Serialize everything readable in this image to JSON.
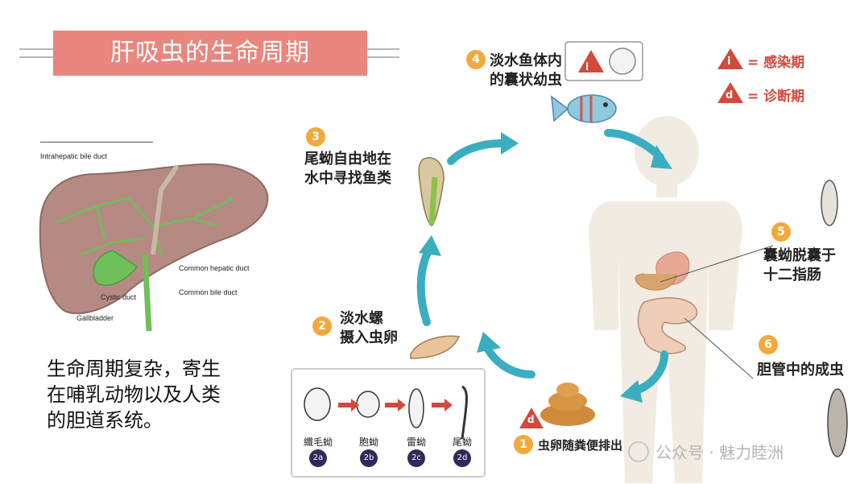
{
  "title": "肝吸虫的生命周期",
  "description": [
    "生命周期复杂，寄生",
    "在哺乳动物以及人类",
    "的胆道系统。"
  ],
  "liver_labels": {
    "intrahepatic": "Intrahepatic bile duct",
    "common_hepatic": "Common hepatic duct",
    "common_bile": "Common bile duct",
    "cystic": "Cystic duct",
    "gallbladder": "Gallbladder"
  },
  "legend": {
    "infection_symbol": "i",
    "infection_label": "= 感染期",
    "diagnosis_symbol": "d",
    "diagnosis_label": "= 诊断期"
  },
  "stages": {
    "s1": {
      "num": "1",
      "lines": [
        "虫卵随粪便排出"
      ]
    },
    "s2": {
      "num": "2",
      "lines": [
        "淡水螺",
        "摄入虫卵"
      ]
    },
    "s3": {
      "num": "3",
      "lines": [
        "尾蚴自由地在",
        "水中寻找鱼类"
      ]
    },
    "s4": {
      "num": "4",
      "lines": [
        "淡水鱼体内",
        "的囊状幼虫"
      ]
    },
    "s5": {
      "num": "5",
      "lines": [
        "囊蚴脱囊于",
        "十二指肠"
      ]
    },
    "s6": {
      "num": "6",
      "lines": [
        "胆管中的成虫"
      ]
    }
  },
  "substages": [
    {
      "label": "纖毛蚴",
      "badge": "2a"
    },
    {
      "label": "胞蚴",
      "badge": "2b"
    },
    {
      "label": "雷蚴",
      "badge": "2c"
    },
    {
      "label": "尾蚴",
      "badge": "2d"
    }
  ],
  "watermark": "公众号 · 魅力睦洲",
  "colors": {
    "title_bg": "#e8867f",
    "stage_num": "#f2a93b",
    "arrow": "#3aaec0",
    "legend_red": "#d14a3c"
  }
}
